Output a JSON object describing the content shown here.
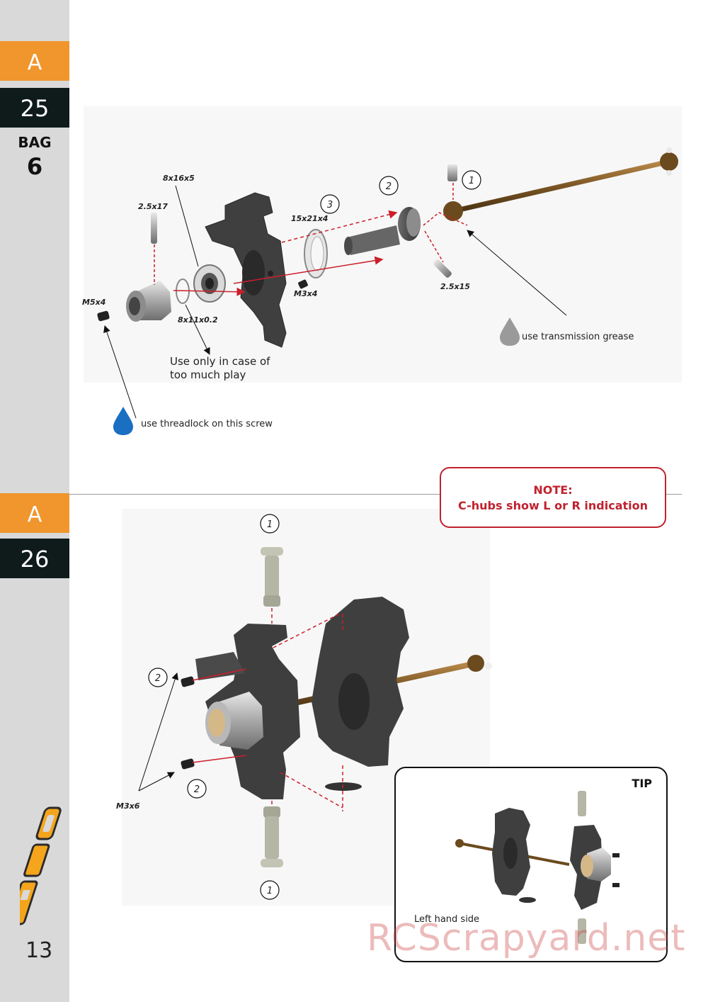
{
  "sidebar": {
    "step25_letter": "A",
    "step25_number": "25",
    "bag_label": "BAG",
    "bag_number": "6",
    "step26_letter": "A",
    "step26_number": "26",
    "page_number": "13",
    "logo_icon": "011e-logo-icon"
  },
  "step25": {
    "labels": {
      "bearing": "8x16x5",
      "pin_top": "2.5x17",
      "ring": "15x21x4",
      "pin_bottom": "2.5x15",
      "screw_m5": "M5x4",
      "shim": "8x11x0.2",
      "screw_m3": "M3x4"
    },
    "callouts": [
      "1",
      "2",
      "3"
    ],
    "notes": {
      "play_line1": "Use only in case of",
      "play_line2": "too much play",
      "threadlock": "use threadlock on this screw",
      "grease": "use transmission grease"
    }
  },
  "note_box": {
    "title": "NOTE:",
    "text": "C-hubs show L or R indication"
  },
  "step26": {
    "labels": {
      "screw": "M3x6"
    },
    "callouts": [
      "1",
      "2",
      "2",
      "1"
    ]
  },
  "tip": {
    "title": "TIP",
    "caption": "Left hand side"
  },
  "watermark": "RCScrapyard.net",
  "colors": {
    "accent_orange": "#f0962d",
    "dark_tab": "#0f1b1b",
    "note_red": "#c0222e",
    "arrow_red": "#cc1f2a",
    "threadlock_blue": "#1a6fc2"
  }
}
